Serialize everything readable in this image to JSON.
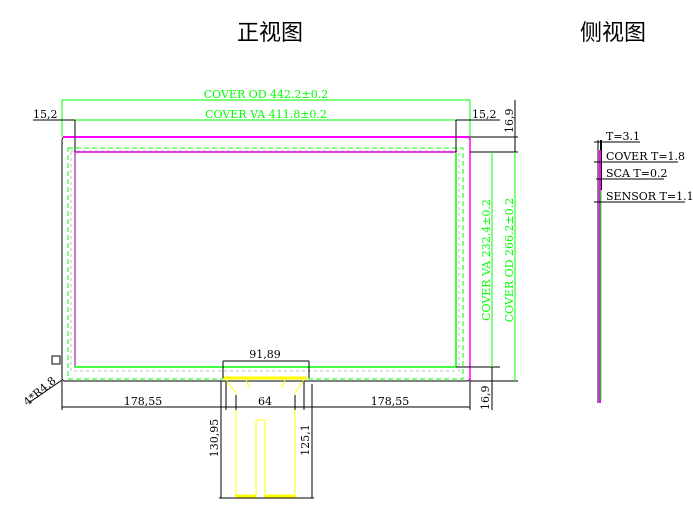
{
  "titles": {
    "front": "正视图",
    "side": "侧视图"
  },
  "front": {
    "cover_od": "COVER OD 442.2±0.2",
    "cover_va": "COVER VA 411.8±0.2",
    "left_margin": "15,2",
    "right_margin": "15,2",
    "top_margin": "16,9",
    "bottom_margin": "16,9",
    "cover_va_v": "COVER VA 232.4±0.2",
    "cover_od_v": "COVER OD 266.2±0.2",
    "fpc_top_width": "91,89",
    "left_offset": "178,55",
    "fpc_width": "64",
    "right_offset": "178,55",
    "fpc_total_length": "130,95",
    "fpc_length": "125,1",
    "corner_radius": "4*R4.8"
  },
  "side": {
    "total": "T=3.1",
    "cover": "COVER T=1.8",
    "sca": "SCA T=0.2",
    "sensor": "SENSOR T=1.1"
  },
  "colors": {
    "cover": "#000000",
    "outline": "#ff00ff",
    "va": "#00ff00",
    "fpc": "#ffff00"
  }
}
